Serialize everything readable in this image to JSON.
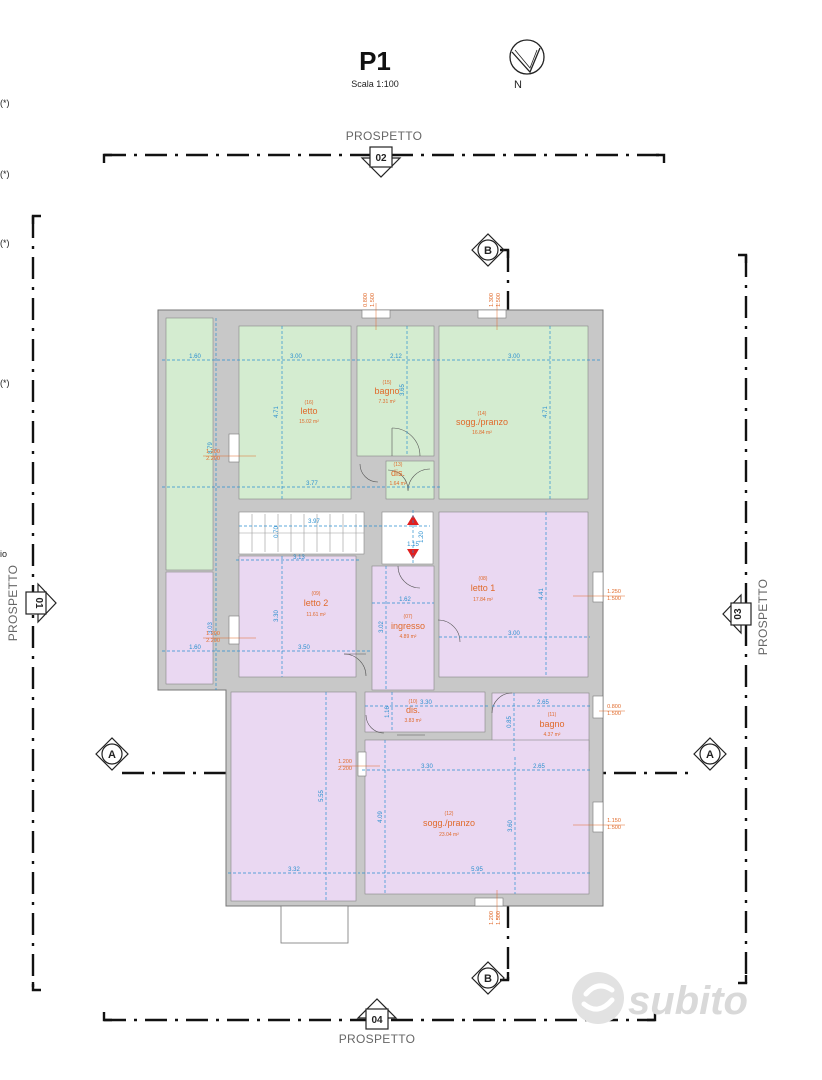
{
  "header": {
    "title": "P1",
    "scale": "Scala 1:100",
    "north_label": "N"
  },
  "prospetti": {
    "label": "PROSPETTO",
    "top": "02",
    "left": "01",
    "right": "03",
    "bottom": "04"
  },
  "sections": {
    "a": "A",
    "b": "B"
  },
  "left_marks": [
    "(*)",
    "(*)",
    "(*)",
    "(*)",
    "io"
  ],
  "rooms": {
    "letto_top": {
      "num": "(16)",
      "name": "letto",
      "area": "15.02 m²"
    },
    "bagno_top": {
      "num": "(15)",
      "name": "bagno",
      "area": "7.31 m²"
    },
    "sogg_top": {
      "num": "(14)",
      "name": "sogg./pranzo",
      "area": "16.84 m²"
    },
    "dis_top": {
      "num": "(13)",
      "name": "dis.",
      "area": "1.64 m²"
    },
    "letto2": {
      "num": "(09)",
      "name": "letto 2",
      "area": "11.61 m²"
    },
    "letto1": {
      "num": "(08)",
      "name": "letto 1",
      "area": "17.84 m²"
    },
    "ingresso": {
      "num": "(07)",
      "name": "ingresso",
      "area": "4.89 m²"
    },
    "dis_mid": {
      "num": "(10)",
      "name": "dis.",
      "area": "3.83 m²"
    },
    "bagno_mid": {
      "num": "(11)",
      "name": "bagno",
      "area": "4.37 m²"
    },
    "sogg_bottom": {
      "num": "(12)",
      "name": "sogg./pranzo",
      "area": "23.04 m²"
    }
  },
  "dims": {
    "d160a": "1.60",
    "d300": "3.00",
    "d212": "2.12",
    "d300b": "3.00",
    "d471": "4.71",
    "d365": "3.65",
    "d471b": "4.71",
    "d879": "8.79",
    "d377": "3.77",
    "d397": "3.97",
    "d070": "0.70",
    "d115": "1.15",
    "d120": "1.20",
    "d313": "3.13",
    "d330": "3.30",
    "d350": "3.50",
    "d302": "3.02",
    "d162": "1.62",
    "d441": "4.41",
    "d300c": "3.00",
    "d160b": "1.60",
    "d303": "3.03",
    "d330b": "3.30",
    "d265": "2.65",
    "d116": "1.16",
    "d085": "0.85",
    "d330c": "3.30",
    "d265b": "2.65",
    "d555": "5.55",
    "d409": "4.09",
    "d360": "3.60",
    "d332": "3.32",
    "d595": "5.95"
  },
  "windows": {
    "w_top1": [
      "0.800",
      "1.500"
    ],
    "w_top2": [
      "1.300",
      "1.500"
    ],
    "w_left": [
      "1.200",
      "2.200"
    ],
    "w_l2": [
      "1.200",
      "2.200"
    ],
    "w_r1": [
      "1.250",
      "1.500"
    ],
    "w_r2": [
      "0.800",
      "1.500"
    ],
    "w_mid": [
      "1.200",
      "2.200"
    ],
    "w_r3": [
      "1.150",
      "1.500"
    ],
    "w_bot": [
      "1.200",
      "1.500"
    ]
  },
  "watermark": "subito",
  "colors": {
    "green": "#d4ecd0",
    "purple": "#ead8f2",
    "wall": "#c8c8c8",
    "dim": "#2a8fcf",
    "label": "#e06a2b"
  }
}
